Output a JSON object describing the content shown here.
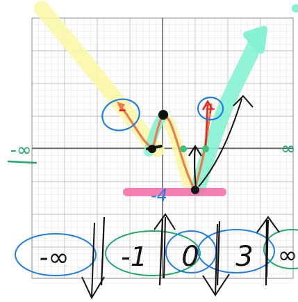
{
  "labels": {
    "neg_infinity": "-∞",
    "pos_infinity": "∞",
    "minus_four": "-4",
    "minus_sign_left": "-",
    "plus_sign_right": "+"
  },
  "number_line": {
    "items": [
      {
        "label": "-∞",
        "arrow": ""
      },
      {
        "label": "-1",
        "arrow": "down"
      },
      {
        "label": "0",
        "arrow": "up"
      },
      {
        "label": "3",
        "arrow": "down"
      },
      {
        "label": "∞",
        "arrow": "up"
      }
    ]
  },
  "colors": {
    "grid_minor": "#e3e3e3",
    "grid_major": "#bdbdbd",
    "axis": "#555555",
    "left_highlight": "#fbf7a8",
    "right_highlight": "#86f2d3",
    "curve": "#f07a4a",
    "min_bar": "#f56aa6",
    "ink_blue": "#1e7ee8",
    "ink_green": "#1fa86a",
    "ink_red": "#e8231e",
    "ink_black": "#111111"
  }
}
